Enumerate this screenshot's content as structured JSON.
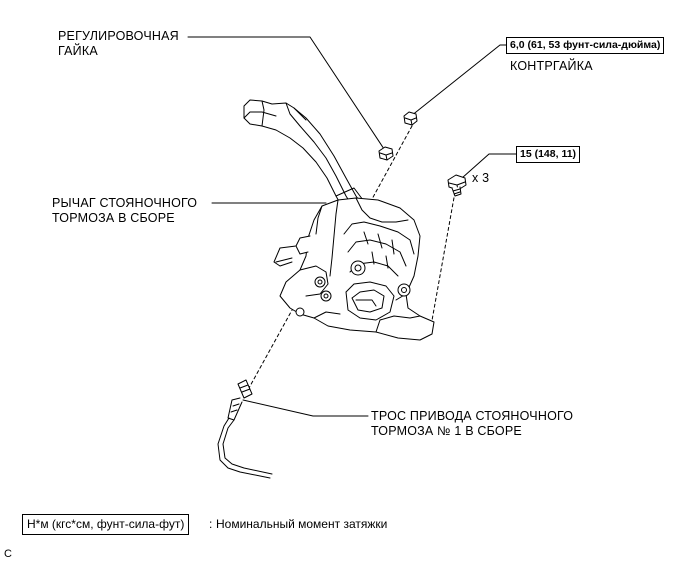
{
  "labels": {
    "adjusting_nut_line1": "РЕГУЛИРОВОЧНАЯ",
    "adjusting_nut_line2": "ГАЙКА",
    "lock_nut": "КОНТРГАЙКА",
    "lever_line1": "РЫЧАГ СТОЯНОЧНОГО",
    "lever_line2": "ТОРМОЗА В СБОРЕ",
    "cable_line1": "ТРОС ПРИВОДА СТОЯНОЧНОГО",
    "cable_line2": "ТОРМОЗА № 1 В СБОРЕ",
    "bolt_qty": "x 3"
  },
  "torque": {
    "lock_nut": "6,0 (61, 53 фунт-сила-дюйма)",
    "bolt": "15 (148, 11)"
  },
  "legend": {
    "units": "Н*м (кгс*см, фунт-сила-фут)",
    "separator": ":",
    "description": "Номинальный момент затяжки"
  },
  "footer": {
    "code": "C"
  },
  "colors": {
    "ink": "#000000",
    "background": "#ffffff"
  }
}
